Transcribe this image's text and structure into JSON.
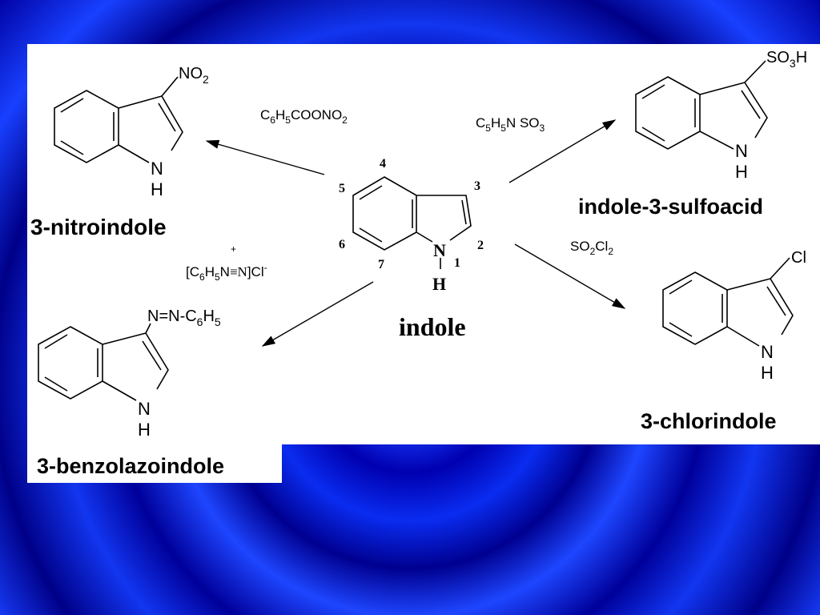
{
  "center": {
    "name": "indole",
    "N": "N",
    "H": "H",
    "pos": [
      "1",
      "2",
      "3",
      "4",
      "5",
      "6",
      "7"
    ]
  },
  "reagents": {
    "nitration": [
      "C",
      "6",
      "H",
      "5",
      "COONO",
      "2"
    ],
    "sulfonation": [
      "C",
      "5",
      "H",
      "5",
      "N SO",
      "3"
    ],
    "chlorination": [
      "SO",
      "2",
      "Cl",
      "2"
    ],
    "azo": {
      "plus": "+",
      "parts": [
        "[C",
        "6",
        "H",
        "5",
        "N",
        "≡",
        "N",
        "]Cl",
        "-"
      ]
    }
  },
  "products": {
    "nitro": {
      "label": "3-nitroindole",
      "sub": [
        "NO",
        "2"
      ],
      "N": "N",
      "H": "H"
    },
    "sulfo": {
      "label": "indole-3-sulfoacid",
      "sub": [
        "SO",
        "3",
        "H"
      ],
      "N": "N",
      "H": "H"
    },
    "chloro": {
      "label": "3-chlorindole",
      "sub": "Cl",
      "N": "N",
      "H": "H"
    },
    "azo": {
      "label": "3-benzolazoindole",
      "sub": [
        "N=N-C",
        "6",
        "H",
        "5"
      ],
      "N": "N",
      "H": "H"
    }
  },
  "colors": {
    "background": "#1a3cff",
    "panel": "#ffffff",
    "ink": "#000000"
  }
}
